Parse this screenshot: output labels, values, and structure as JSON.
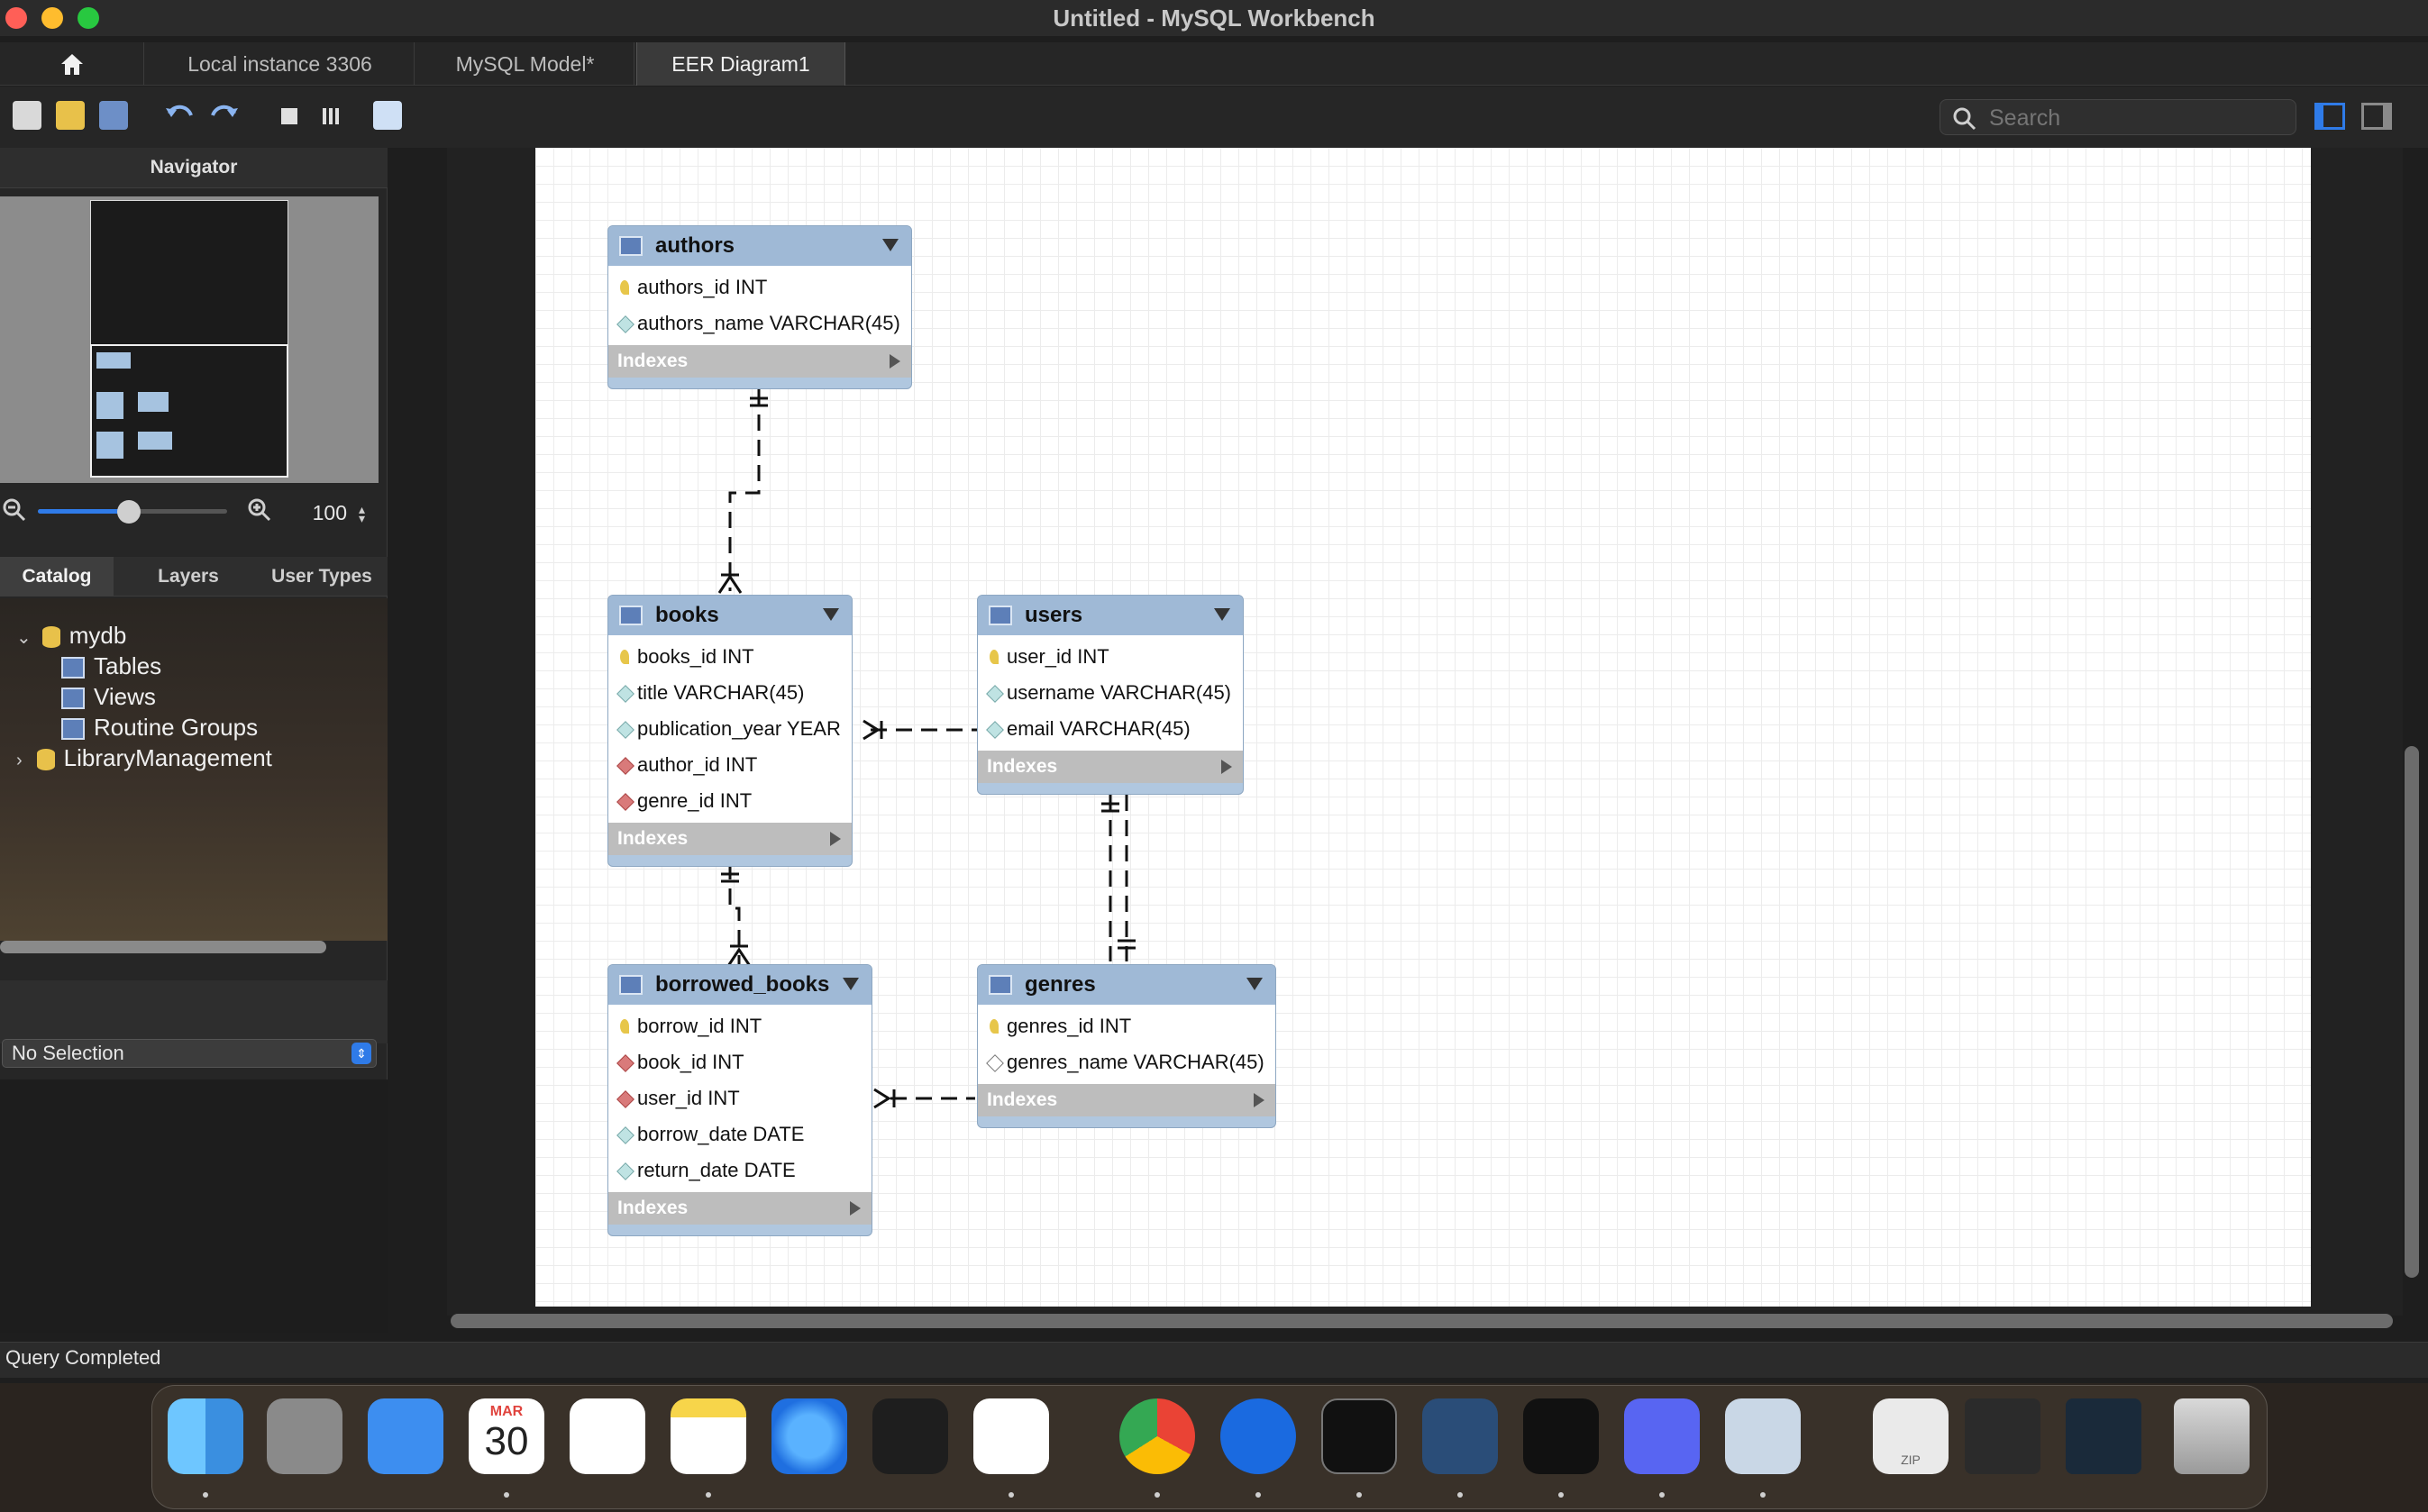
{
  "window": {
    "title": "Untitled - MySQL Workbench"
  },
  "tabs": [
    {
      "label": "Local instance 3306"
    },
    {
      "label": "MySQL Model*"
    },
    {
      "label": "EER Diagram1"
    }
  ],
  "search": {
    "placeholder": "Search"
  },
  "navigator": {
    "title": "Navigator",
    "zoom": "100"
  },
  "catalog_tabs": [
    "Catalog",
    "Layers",
    "User Types"
  ],
  "tree": {
    "schema": "mydb",
    "children": [
      "Tables",
      "Views",
      "Routine Groups"
    ],
    "other_schema": "LibraryManagement"
  },
  "selection": {
    "value": "No Selection"
  },
  "status": {
    "text": "Query Completed"
  },
  "entities": {
    "authors": {
      "name": "authors",
      "columns": [
        "authors_id INT",
        "authors_name VARCHAR(45)"
      ],
      "indexes": "Indexes"
    },
    "books": {
      "name": "books",
      "columns": [
        "books_id INT",
        "title VARCHAR(45)",
        "publication_year YEAR",
        "author_id INT",
        "genre_id INT"
      ],
      "indexes": "Indexes"
    },
    "users": {
      "name": "users",
      "columns": [
        "user_id INT",
        "username VARCHAR(45)",
        "email VARCHAR(45)"
      ],
      "indexes": "Indexes"
    },
    "borrowed_books": {
      "name": "borrowed_books",
      "columns": [
        "borrow_id INT",
        "book_id INT",
        "user_id INT",
        "borrow_date DATE",
        "return_date DATE"
      ],
      "indexes": "Indexes"
    },
    "genres": {
      "name": "genres",
      "columns": [
        "genres_id INT",
        "genres_name VARCHAR(45)"
      ],
      "indexes": "Indexes"
    }
  },
  "dock": {
    "calendar_month": "MAR",
    "calendar_day": "30",
    "zip_label": "ZIP",
    "apps": [
      "finder-icon",
      "launchpad-icon",
      "mail-icon",
      "calendar-icon",
      "reminders-icon",
      "notes-icon",
      "safari-icon",
      "figma-icon",
      "vscode-icon",
      "chrome-icon",
      "battlenet-icon",
      "terminal-icon",
      "mysql-workbench-icon",
      "forge-icon",
      "discord-icon",
      "preview-icon",
      "archive-icon",
      "window-thumb-icon",
      "window-thumb2-icon",
      "trash-icon"
    ]
  },
  "colors": {
    "accent": "#2f7be8",
    "entity_header": "#9fb9d6",
    "canvas": "#ffffff"
  }
}
